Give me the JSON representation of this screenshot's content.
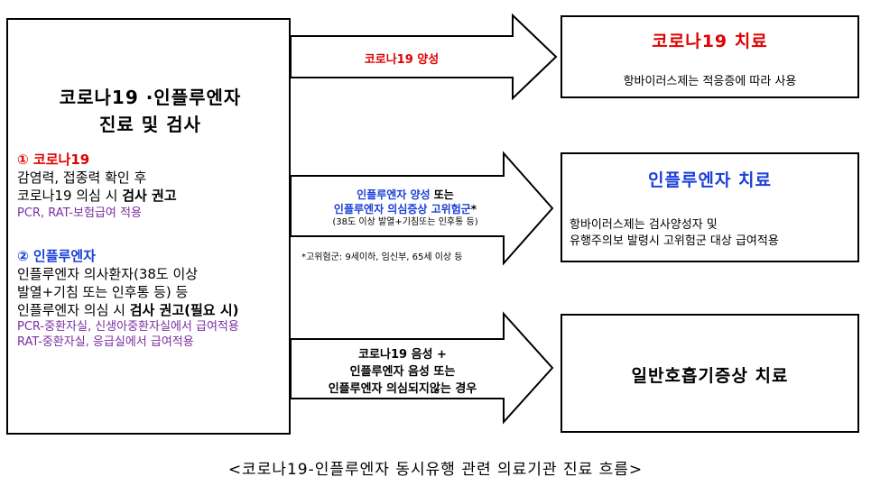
{
  "left": {
    "title_line1": "코로나19 ·인플루엔자",
    "title_line2": "진료 및 검사",
    "covid": {
      "heading": "① 코로나19",
      "line1": "감염력, 접종력 확인 후",
      "line2_prefix": "코로나19 의심 시 ",
      "line2_bold": "검사 권고",
      "note": "PCR, RAT-보험급여 적용"
    },
    "flu": {
      "heading": "② 인플루엔자",
      "line1": "인플루엔자 의사환자(38도 이상",
      "line2": "발열+기침 또는 인후통 등) 등",
      "line3_prefix": "인플루엔자 의심 시 ",
      "line3_bold": "검사 권고(필요 시)",
      "note1": "PCR-중환자실, 신생아중환자실에서 급여적용",
      "note2": "RAT-중환자실, 응급실에서 급여적용"
    }
  },
  "arrows": {
    "top": {
      "label": "코로나19 양성"
    },
    "middle": {
      "line1_blue": "인플루엔자 양성",
      "line1_rest": " 또는",
      "line2_blue": "인플루엔자 의심증상 고위험군",
      "line2_rest": "*",
      "line3": "(38도 이상 발열+기침또는 인후통 등)",
      "footnote": "*고위험군: 9세이하, 임신부, 65세 이상 등"
    },
    "bottom": {
      "line1": "코로나19 음성 +",
      "line2": "인플루엔자 음성 또는",
      "line3": "인플루엔자 의심되지않는 경우"
    }
  },
  "right": {
    "covid": {
      "title": "코로나19 치료",
      "body": "항바이러스제는 적응증에 따라 사용"
    },
    "flu": {
      "title": "인플루엔자 치료",
      "body1": "항바이러스제는 검사양성자 및",
      "body2": "유행주의보 발령시 고위험군 대상 급여적용"
    },
    "general": {
      "title": "일반호흡기증상 치료"
    }
  },
  "caption": "<코로나19-인플루엔자 동시유행 관련 의료기관 진료 흐름>",
  "colors": {
    "red": "#e00000",
    "blue": "#1a3fd6",
    "purple": "#7b2fa0",
    "line": "#000000"
  }
}
